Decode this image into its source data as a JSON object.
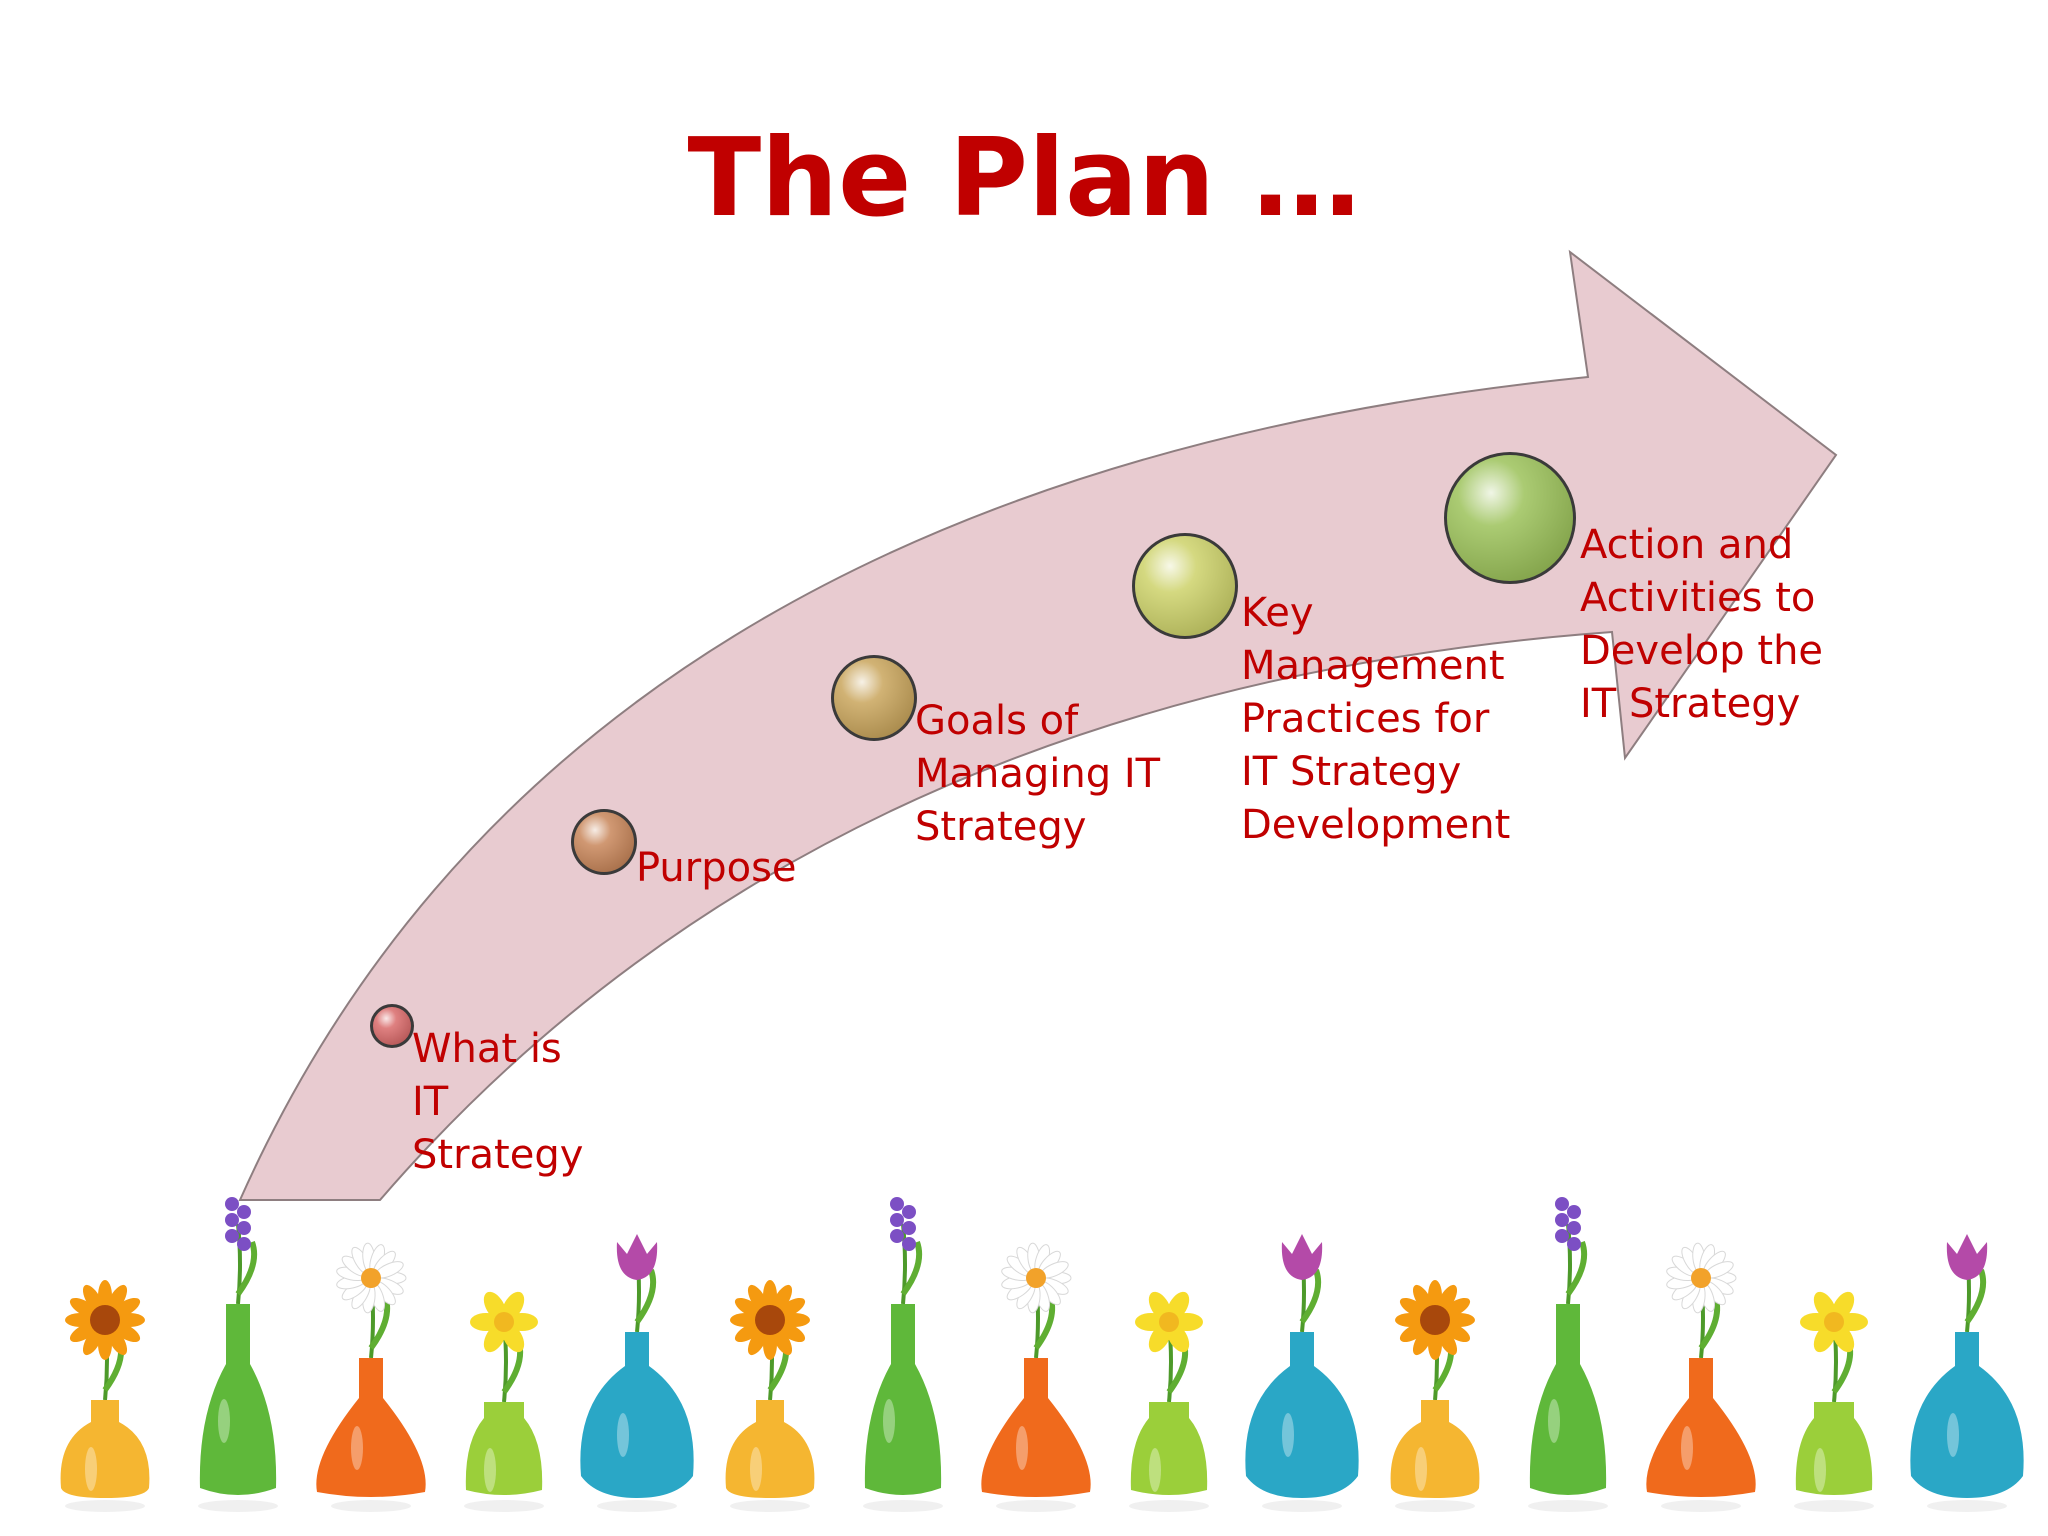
{
  "title": "The Plan …",
  "colors": {
    "title": "#c00000",
    "label": "#c00000",
    "arrow_fill": "#e8cbd0",
    "arrow_stroke": "#8e7e80"
  },
  "steps": [
    {
      "label": "What is\nIT\nStrategy",
      "bubble_color": "#d96a6a"
    },
    {
      "label": "Purpose",
      "bubble_color": "#c8865a"
    },
    {
      "label": "Goals of\nManaging IT\nStrategy",
      "bubble_color": "#c9a55c"
    },
    {
      "label": "Key\nManagement\nPractices for\nIT Strategy\nDevelopment",
      "bubble_color": "#cdd26a"
    },
    {
      "label": "Action and\nActivities to\nDevelop the\nIT Strategy",
      "bubble_color": "#9cc25a"
    }
  ],
  "vases": [
    {
      "vase": "#f5b631",
      "flower": "sunflower"
    },
    {
      "vase": "#5fb83a",
      "flower": "hyacinth"
    },
    {
      "vase": "#f06a1c",
      "flower": "daisy"
    },
    {
      "vase": "#9bcf3a",
      "flower": "daffodil"
    },
    {
      "vase": "#2aa7c6",
      "flower": "tulip"
    },
    {
      "vase": "#f5b631",
      "flower": "sunflower"
    },
    {
      "vase": "#5fb83a",
      "flower": "hyacinth"
    },
    {
      "vase": "#f06a1c",
      "flower": "daisy"
    },
    {
      "vase": "#9bcf3a",
      "flower": "daffodil"
    },
    {
      "vase": "#2aa7c6",
      "flower": "tulip"
    },
    {
      "vase": "#f5b631",
      "flower": "sunflower"
    },
    {
      "vase": "#5fb83a",
      "flower": "hyacinth"
    },
    {
      "vase": "#f06a1c",
      "flower": "daisy"
    },
    {
      "vase": "#9bcf3a",
      "flower": "daffodil"
    },
    {
      "vase": "#2aa7c6",
      "flower": "tulip"
    }
  ]
}
